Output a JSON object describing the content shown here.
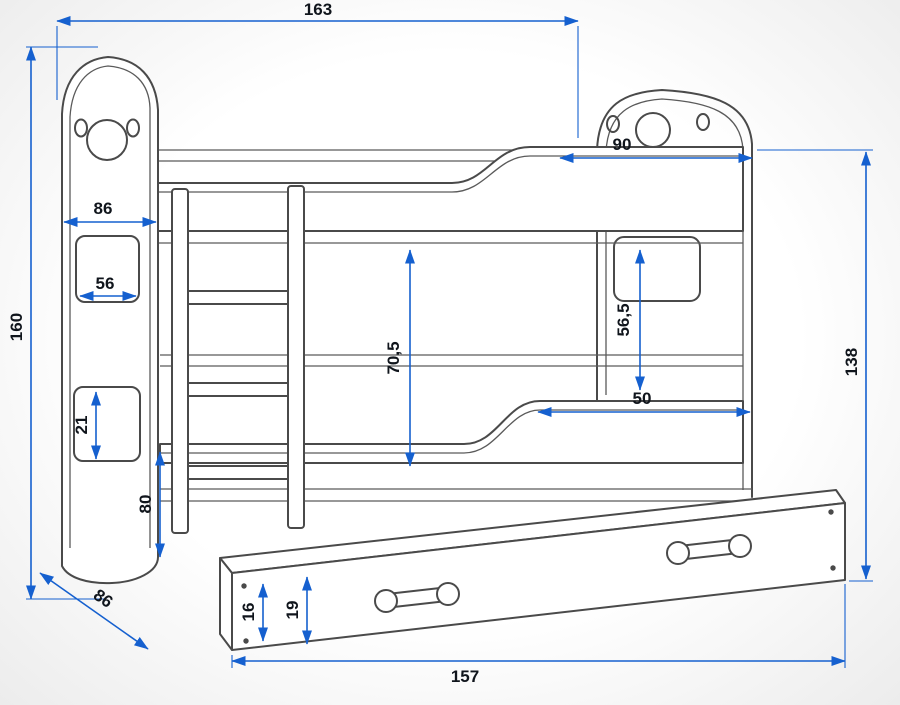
{
  "diagram": {
    "subject": "bunk-bed-with-drawer-technical-drawing",
    "colors": {
      "dimension_line": "#1560cf",
      "outline": "#4a4a4a",
      "label_text": "#10151c",
      "background": "#ffffff"
    },
    "dimensions": {
      "top_length": {
        "value": "163",
        "orientation": "horizontal"
      },
      "upper_rail_length": {
        "value": "90",
        "orientation": "horizontal"
      },
      "headboard_width": {
        "value": "86",
        "orientation": "horizontal"
      },
      "window_width": {
        "value": "56",
        "orientation": "horizontal"
      },
      "overall_height": {
        "value": "160",
        "orientation": "vertical"
      },
      "bunk_clearance": {
        "value": "70,5",
        "orientation": "vertical"
      },
      "right_clearance": {
        "value": "56,5",
        "orientation": "vertical"
      },
      "right_height": {
        "value": "138",
        "orientation": "vertical"
      },
      "lower_rail_length": {
        "value": "50",
        "orientation": "horizontal"
      },
      "lower_window_height": {
        "value": "21",
        "orientation": "vertical"
      },
      "lower_section_height": {
        "value": "80",
        "orientation": "vertical"
      },
      "drawer_side_height": {
        "value": "16",
        "orientation": "vertical"
      },
      "drawer_front_height": {
        "value": "19",
        "orientation": "vertical"
      },
      "drawer_length": {
        "value": "157",
        "orientation": "horizontal"
      },
      "bed_depth": {
        "value": "86",
        "orientation": "diagonal"
      }
    }
  }
}
